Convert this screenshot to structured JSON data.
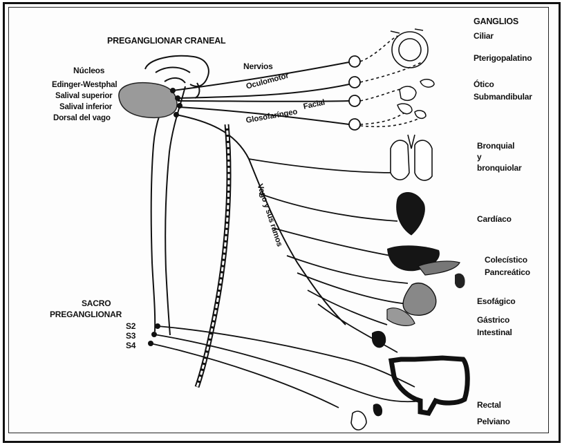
{
  "header": {
    "title": "PREGANGLIONAR CRANEAL",
    "ganglios": "GANGLIOS"
  },
  "nuclei": {
    "heading": "Núcleos",
    "items": [
      "Edinger-Westphal",
      "Salival superior",
      "Salival inferior",
      "Dorsal del vago"
    ]
  },
  "nerves": {
    "heading": "Nervios",
    "oculomotor": "Oculomotor",
    "facial": "Facial",
    "glosofaringeo": "Glosofaríngeo",
    "vago": "Vago y sus ramos"
  },
  "ganglia": {
    "ciliar": "Ciliar",
    "pterigopalatino": "Pterigopalatino",
    "otico": "Ótico",
    "submandibular": "Submandibular"
  },
  "organs": {
    "bronquial": "Bronquial",
    "y": "y",
    "bronquiolar": "bronquiolar",
    "cardiaco": "Cardíaco",
    "colecistico": "Colecístico",
    "pancreatico": "Pancreático",
    "esofagico": "Esofágico",
    "gastrico": "Gástrico",
    "intestinal": "Intestinal",
    "rectal": "Rectal",
    "pelviano": "Pelviano"
  },
  "sacral": {
    "line1": "SACRO",
    "line2": "PREGANGLIONAR",
    "s2": "S2",
    "s3": "S3",
    "s4": "S4"
  }
}
